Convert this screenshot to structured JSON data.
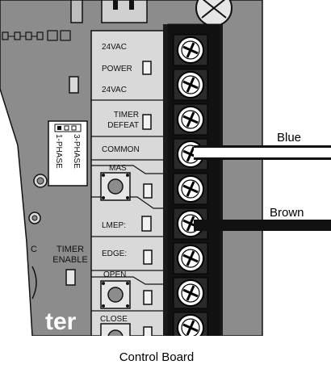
{
  "caption": "Control Board",
  "wires": {
    "blue_label": "Blue",
    "brown_label": "Brown"
  },
  "panel": {
    "vac_top": "24VAC",
    "power": "POWER",
    "vac_bottom": "24VAC",
    "timer_defeat_1": "TIMER",
    "timer_defeat_2": "DEFEAT",
    "common": "COMMON",
    "mas": "MAS",
    "lmep": "LMEP:",
    "edge": "EDGE:",
    "open": "OPEN",
    "close": "CLOSE"
  },
  "board": {
    "phase_3": "3-PHASE",
    "phase_1": "1-PHASE",
    "timer_enable_1": "TIMER",
    "timer_enable_2": "ENABLE",
    "partial_letter": "C",
    "logo_text": "ter"
  },
  "colors": {
    "board": "#8c8c8c",
    "panel": "#d9d9d9",
    "ink": "#111111"
  }
}
